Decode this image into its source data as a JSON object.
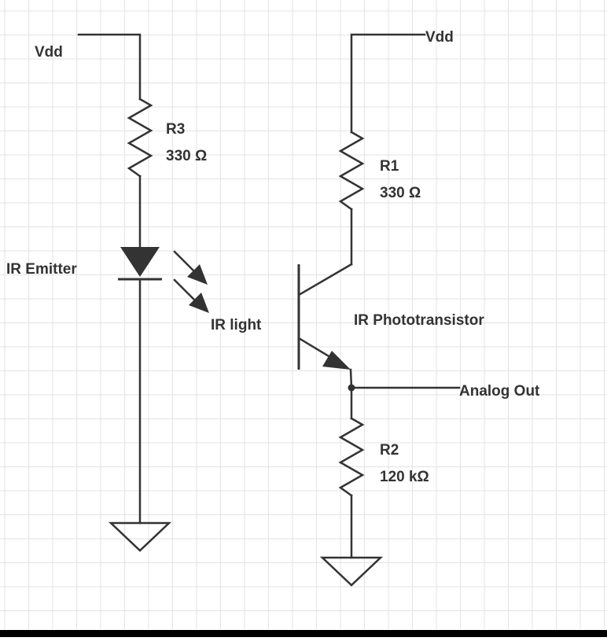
{
  "diagram": {
    "labels": {
      "vdd_left": "Vdd",
      "vdd_right": "Vdd",
      "r3_name": "R3",
      "r3_value": "330 Ω",
      "r1_name": "R1",
      "r1_value": "330 Ω",
      "ir_emitter": "IR Emitter",
      "ir_light": "IR light",
      "ir_phototransistor": "IR Phototransistor",
      "analog_out": "Analog Out",
      "r2_name": "R2",
      "r2_value": "120 kΩ"
    },
    "colors": {
      "wire": "#333333",
      "grid": "#e3e3e3",
      "background": "#ffffff",
      "bottom_bar": "#000000"
    }
  }
}
